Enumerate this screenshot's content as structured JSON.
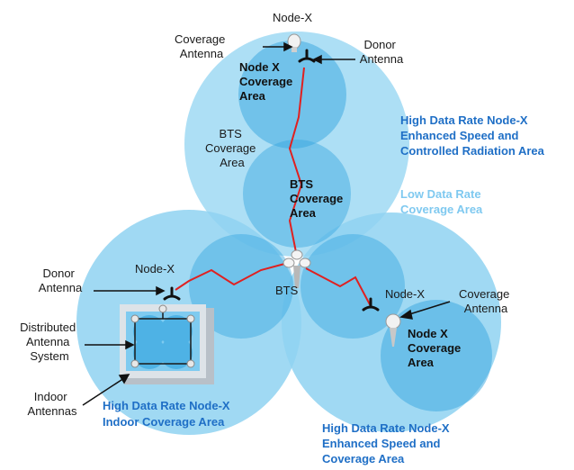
{
  "colors": {
    "coverage_light": "#9fd9f3",
    "coverage_mid": "#6cc5ee",
    "coverage_dark": "#35a6e0",
    "link_red": "#e02020",
    "blue_text": "#1f6fc6",
    "light_blue_text": "#7fc9f0",
    "das_box": "#c9cfd6"
  },
  "labels": {
    "node_x_top": "Node-X",
    "coverage_antenna_top": [
      "Coverage",
      "Antenna"
    ],
    "donor_antenna_top": [
      "Donor",
      "Antenna"
    ],
    "node_x_coverage_top": [
      "Node X",
      "Coverage",
      "Area"
    ],
    "bts_coverage_area_plain": [
      "BTS",
      "Coverage",
      "Area"
    ],
    "bts_coverage_area_bold": [
      "BTS",
      "Coverage",
      "Area"
    ],
    "high_rate_top": [
      "High Data Rate Node-X",
      "Enhanced Speed and",
      "Controlled Radiation Area"
    ],
    "low_rate": [
      "Low Data Rate",
      "Coverage Area"
    ],
    "donor_antenna_left": [
      "Donor",
      "Antenna"
    ],
    "node_x_left": "Node-X",
    "das": [
      "Distributed",
      "Antenna",
      "System"
    ],
    "indoor_antennas": [
      "Indoor",
      "Antennas"
    ],
    "bts": "BTS",
    "node_x_right": "Node-X",
    "coverage_antenna_right": [
      "Coverage",
      "Antenna"
    ],
    "node_x_coverage_right": [
      "Node X",
      "Coverage",
      "Area"
    ],
    "high_rate_indoor": [
      "High Data Rate Node-X",
      "Indoor Coverage Area"
    ],
    "high_rate_right": [
      "High Data Rate Node-X",
      "Enhanced Speed and",
      "Coverage Area"
    ]
  },
  "icons": {
    "bts_tower": "bts-tower-icon",
    "donor_antenna": "donor-antenna-icon",
    "coverage_antenna": "coverage-antenna-icon",
    "indoor_antenna": "indoor-antenna-icon"
  }
}
